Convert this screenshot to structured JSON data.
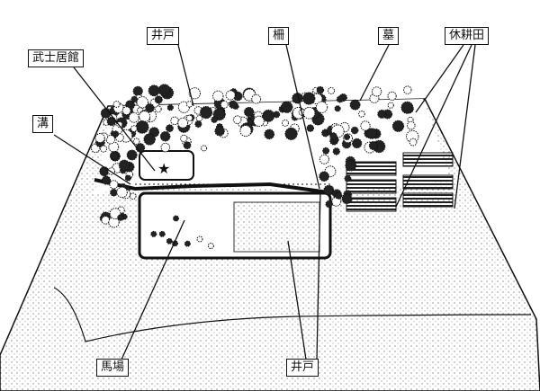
{
  "labels": {
    "well_top": "井戸",
    "fence": "柵",
    "grave": "墓",
    "fallow_field": "休耕田",
    "samurai_residence": "武士居館",
    "ditch": "溝",
    "riding_ground": "馬場",
    "well_bottom": "井戸"
  },
  "colors": {
    "ink": "#111111",
    "paper": "#ffffff"
  }
}
